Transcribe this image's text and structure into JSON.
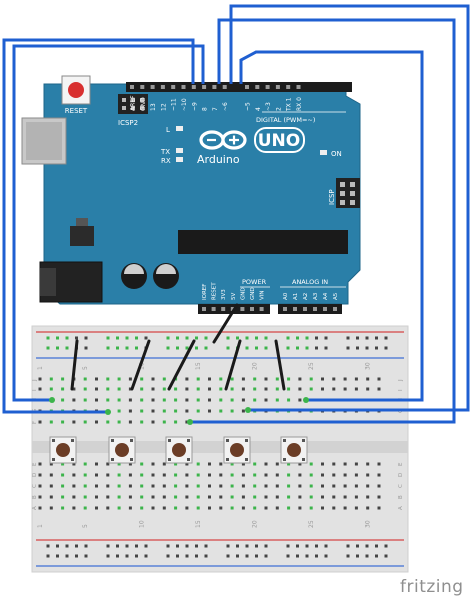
{
  "board": {
    "reset_label": "RESET",
    "icsp2_label": "ICSP2",
    "icsp_label": "ICSP",
    "brand": "Arduino",
    "model": "UNO",
    "digital_label": "DIGITAL (PWM=~)",
    "power_label": "POWER",
    "analog_label": "ANALOG IN",
    "on_label": "ON",
    "tx_label": "TX",
    "rx_label": "RX",
    "l_label": "L",
    "top_header_labels": [
      "AREF",
      "GND",
      "13",
      "12",
      "~11",
      "~10",
      "~9",
      "8",
      "7",
      "~6",
      "~5",
      "4",
      "~3",
      "2",
      "TX 1",
      "RX 0"
    ],
    "power_header_labels": [
      "IOREF",
      "RESET",
      "3V3",
      "5V",
      "GND",
      "GND",
      "VIN"
    ],
    "analog_header_labels": [
      "A0",
      "A1",
      "A2",
      "A3",
      "A4",
      "A5"
    ],
    "board_color": "#2a7fa8"
  },
  "breadboard": {
    "row_letters_top": [
      "J",
      "I",
      "H",
      "G",
      "F"
    ],
    "row_letters_bottom": [
      "E",
      "D",
      "C",
      "B",
      "A"
    ],
    "column_numbers": [
      "1",
      "5",
      "10",
      "15",
      "20",
      "25",
      "30"
    ]
  },
  "wire_color": "#1f5fd1",
  "watermark": "fritzing"
}
